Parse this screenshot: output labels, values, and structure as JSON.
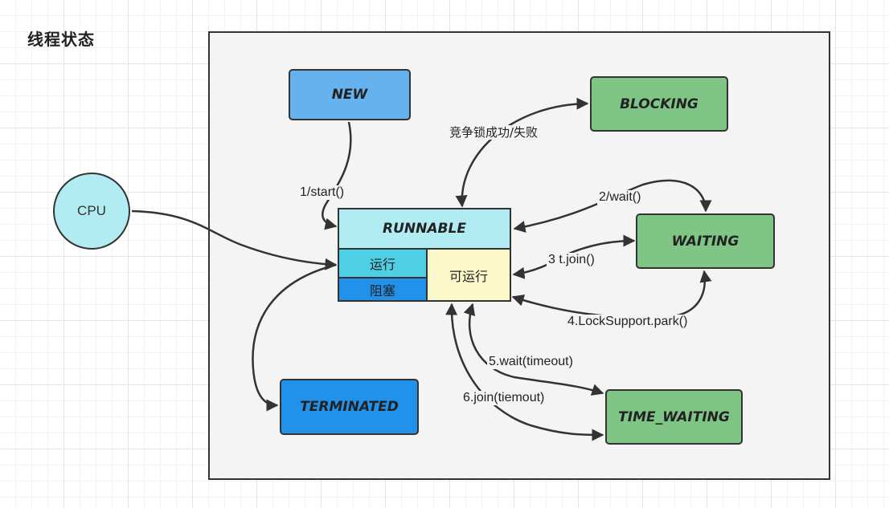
{
  "title": "线程状态",
  "nodes": {
    "new": "NEW",
    "blocking": "BLOCKING",
    "waiting": "WAITING",
    "time_waiting": "TIME_WAITING",
    "terminated": "TERMINATED",
    "cpu": "CPU",
    "runnable": "RUNNABLE",
    "running": "运行",
    "blocked": "阻塞",
    "ready": "可运行"
  },
  "edges": {
    "start": "1/start()",
    "lock": "竞争锁成功/失败",
    "wait": "2/wait()",
    "join": "3 t.join()",
    "park": "4.LockSupport.park()",
    "wait_timeout": "5.wait(timeout)",
    "join_timeout": "6.join(tiemout)"
  },
  "colors": {
    "new": "#66b2ee",
    "green_states": "#7fc586",
    "terminated": "#2191ea",
    "cpu": "#b2ecf3",
    "runnable_header": "#b2ecf3",
    "running": "#4fcfe3",
    "blocked": "#2191ea",
    "ready": "#fdf8c9",
    "frame": "#f4f4f4"
  }
}
